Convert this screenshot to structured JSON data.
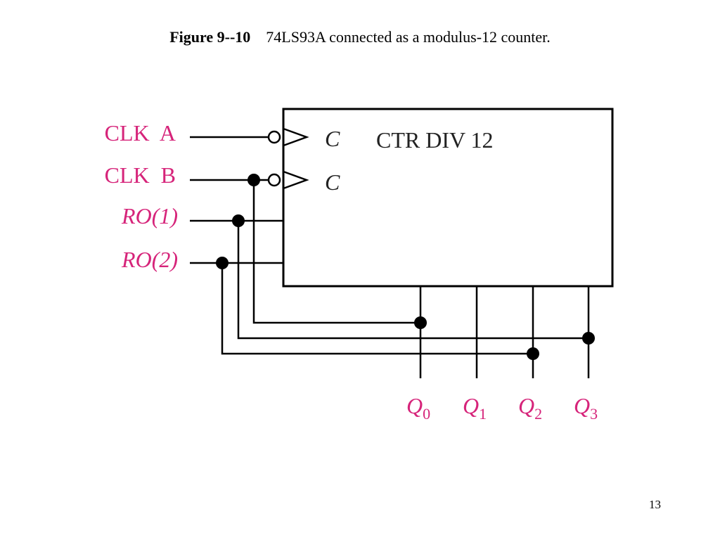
{
  "caption": {
    "figure_number": "Figure 9--10",
    "text": "74LS93A connected as a modulus-12 counter."
  },
  "block": {
    "label": "CTR DIV 12",
    "clock_pins": [
      "C",
      "C"
    ]
  },
  "inputs": [
    {
      "label": "CLK  A"
    },
    {
      "label": "CLK  B"
    },
    {
      "label": "RO(1)"
    },
    {
      "label": "RO(2)"
    }
  ],
  "outputs": [
    {
      "symbol": "Q",
      "subscript": "0"
    },
    {
      "symbol": "Q",
      "subscript": "1"
    },
    {
      "symbol": "Q",
      "subscript": "2"
    },
    {
      "symbol": "Q",
      "subscript": "3"
    }
  ],
  "page_number": "13",
  "colors": {
    "signal_label": "#d6247a",
    "wiring": "#000000",
    "block_text": "#222222"
  }
}
